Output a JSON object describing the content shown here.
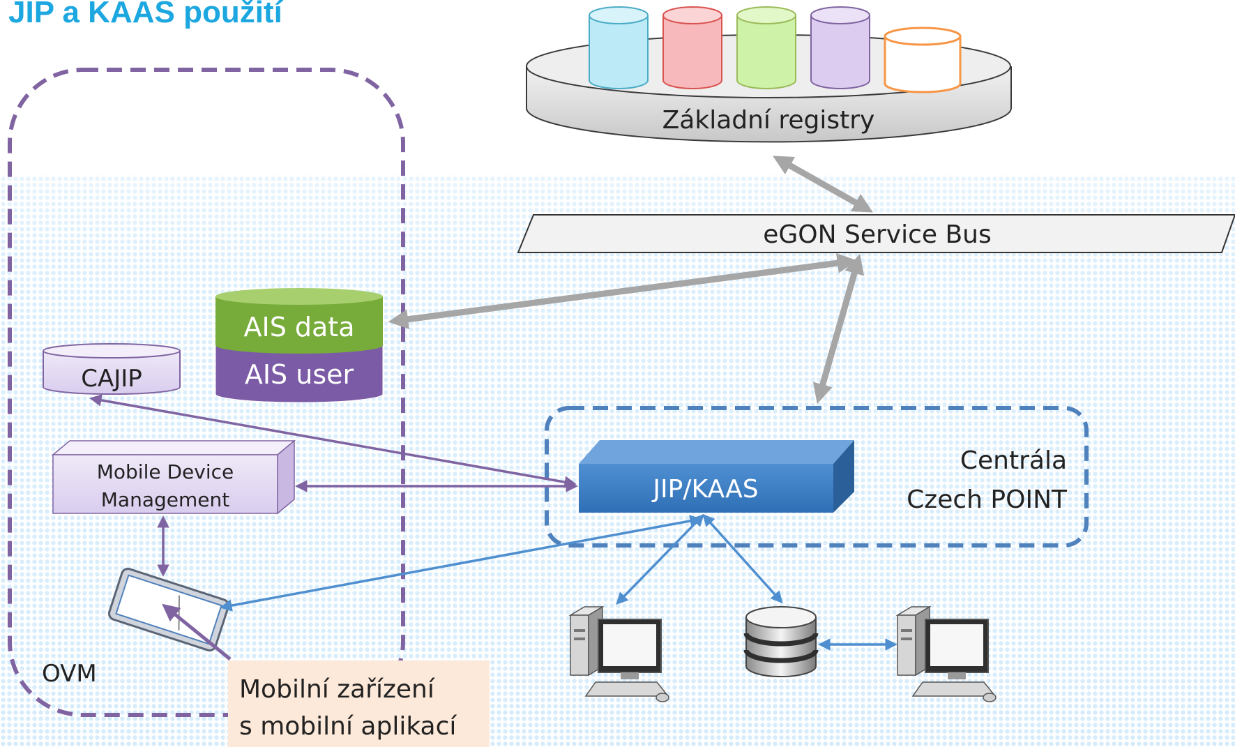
{
  "title": "JIP a KAAS použití",
  "registries": {
    "label": "Základní registry",
    "cylinder_colors": [
      "#bdeaf7",
      "#f7b9bb",
      "#cdf2a8",
      "#dccdf0",
      "#ffffff"
    ],
    "accent_orange": "#f79646"
  },
  "service_bus": {
    "label": "eGON Service Bus"
  },
  "ovm": {
    "label": "OVM",
    "border_color": "#8064a2"
  },
  "ais": {
    "data_label": "AIS data",
    "user_label": "AIS user",
    "data_color": "#77ab3a",
    "user_color": "#7b5aa6"
  },
  "cajip": {
    "label": "CAJIP"
  },
  "mdm": {
    "line1": "Mobile Device",
    "line2": "Management"
  },
  "jip": {
    "label": "JIP/KAAS",
    "color": "#4a86c8"
  },
  "centrala": {
    "line1": "Centrála",
    "line2": "Czech POINT",
    "border_color": "#4f81bd"
  },
  "mobile_note": {
    "line1": "Mobilní zařízení",
    "line2": "s mobilní aplikací",
    "bg": "#fde9d9"
  },
  "icons": [
    "database-icon",
    "computer-icon",
    "tablet-icon",
    "server-icon"
  ]
}
